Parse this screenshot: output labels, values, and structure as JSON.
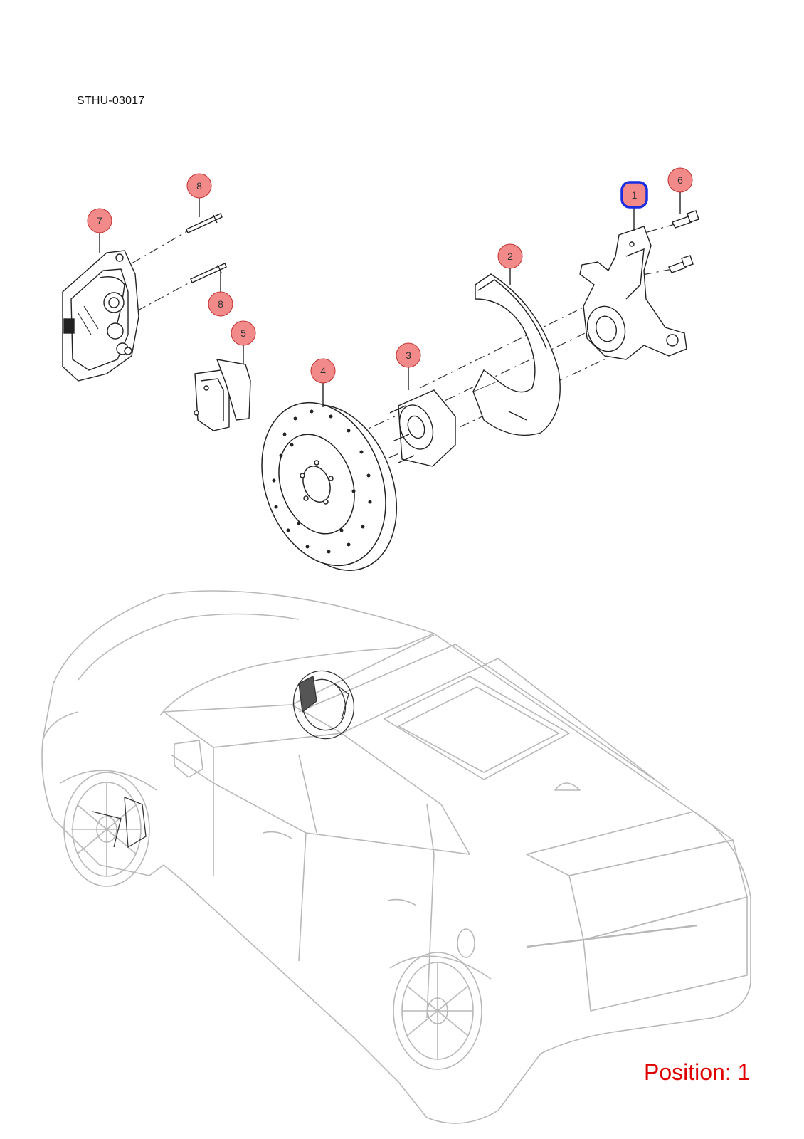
{
  "header": {
    "diagram_code": "STHU-03017"
  },
  "footer": {
    "position_label": "Position: 1"
  },
  "callouts": [
    {
      "number": "1",
      "part": "steering-knuckle",
      "selected": true
    },
    {
      "number": "2",
      "part": "brake-dust-shield",
      "selected": false
    },
    {
      "number": "3",
      "part": "wheel-hub-bearing",
      "selected": false
    },
    {
      "number": "4",
      "part": "brake-disc",
      "selected": false
    },
    {
      "number": "5",
      "part": "brake-pad-set",
      "selected": false
    },
    {
      "number": "6",
      "part": "knuckle-bolt-upper",
      "selected": false
    },
    {
      "number": "7",
      "part": "brake-caliper",
      "selected": false
    },
    {
      "number": "8",
      "part": "caliper-guide-pin-upper",
      "selected": false
    },
    {
      "number": "8",
      "part": "caliper-guide-pin-lower",
      "selected": false
    }
  ],
  "colors": {
    "callout_fill": "#f28a8a",
    "callout_stroke": "#c03030",
    "selected_stroke": "#1a2de0",
    "position_text": "#e00000",
    "vehicle_outline": "#b8b8b8",
    "part_outline": "#222222"
  }
}
